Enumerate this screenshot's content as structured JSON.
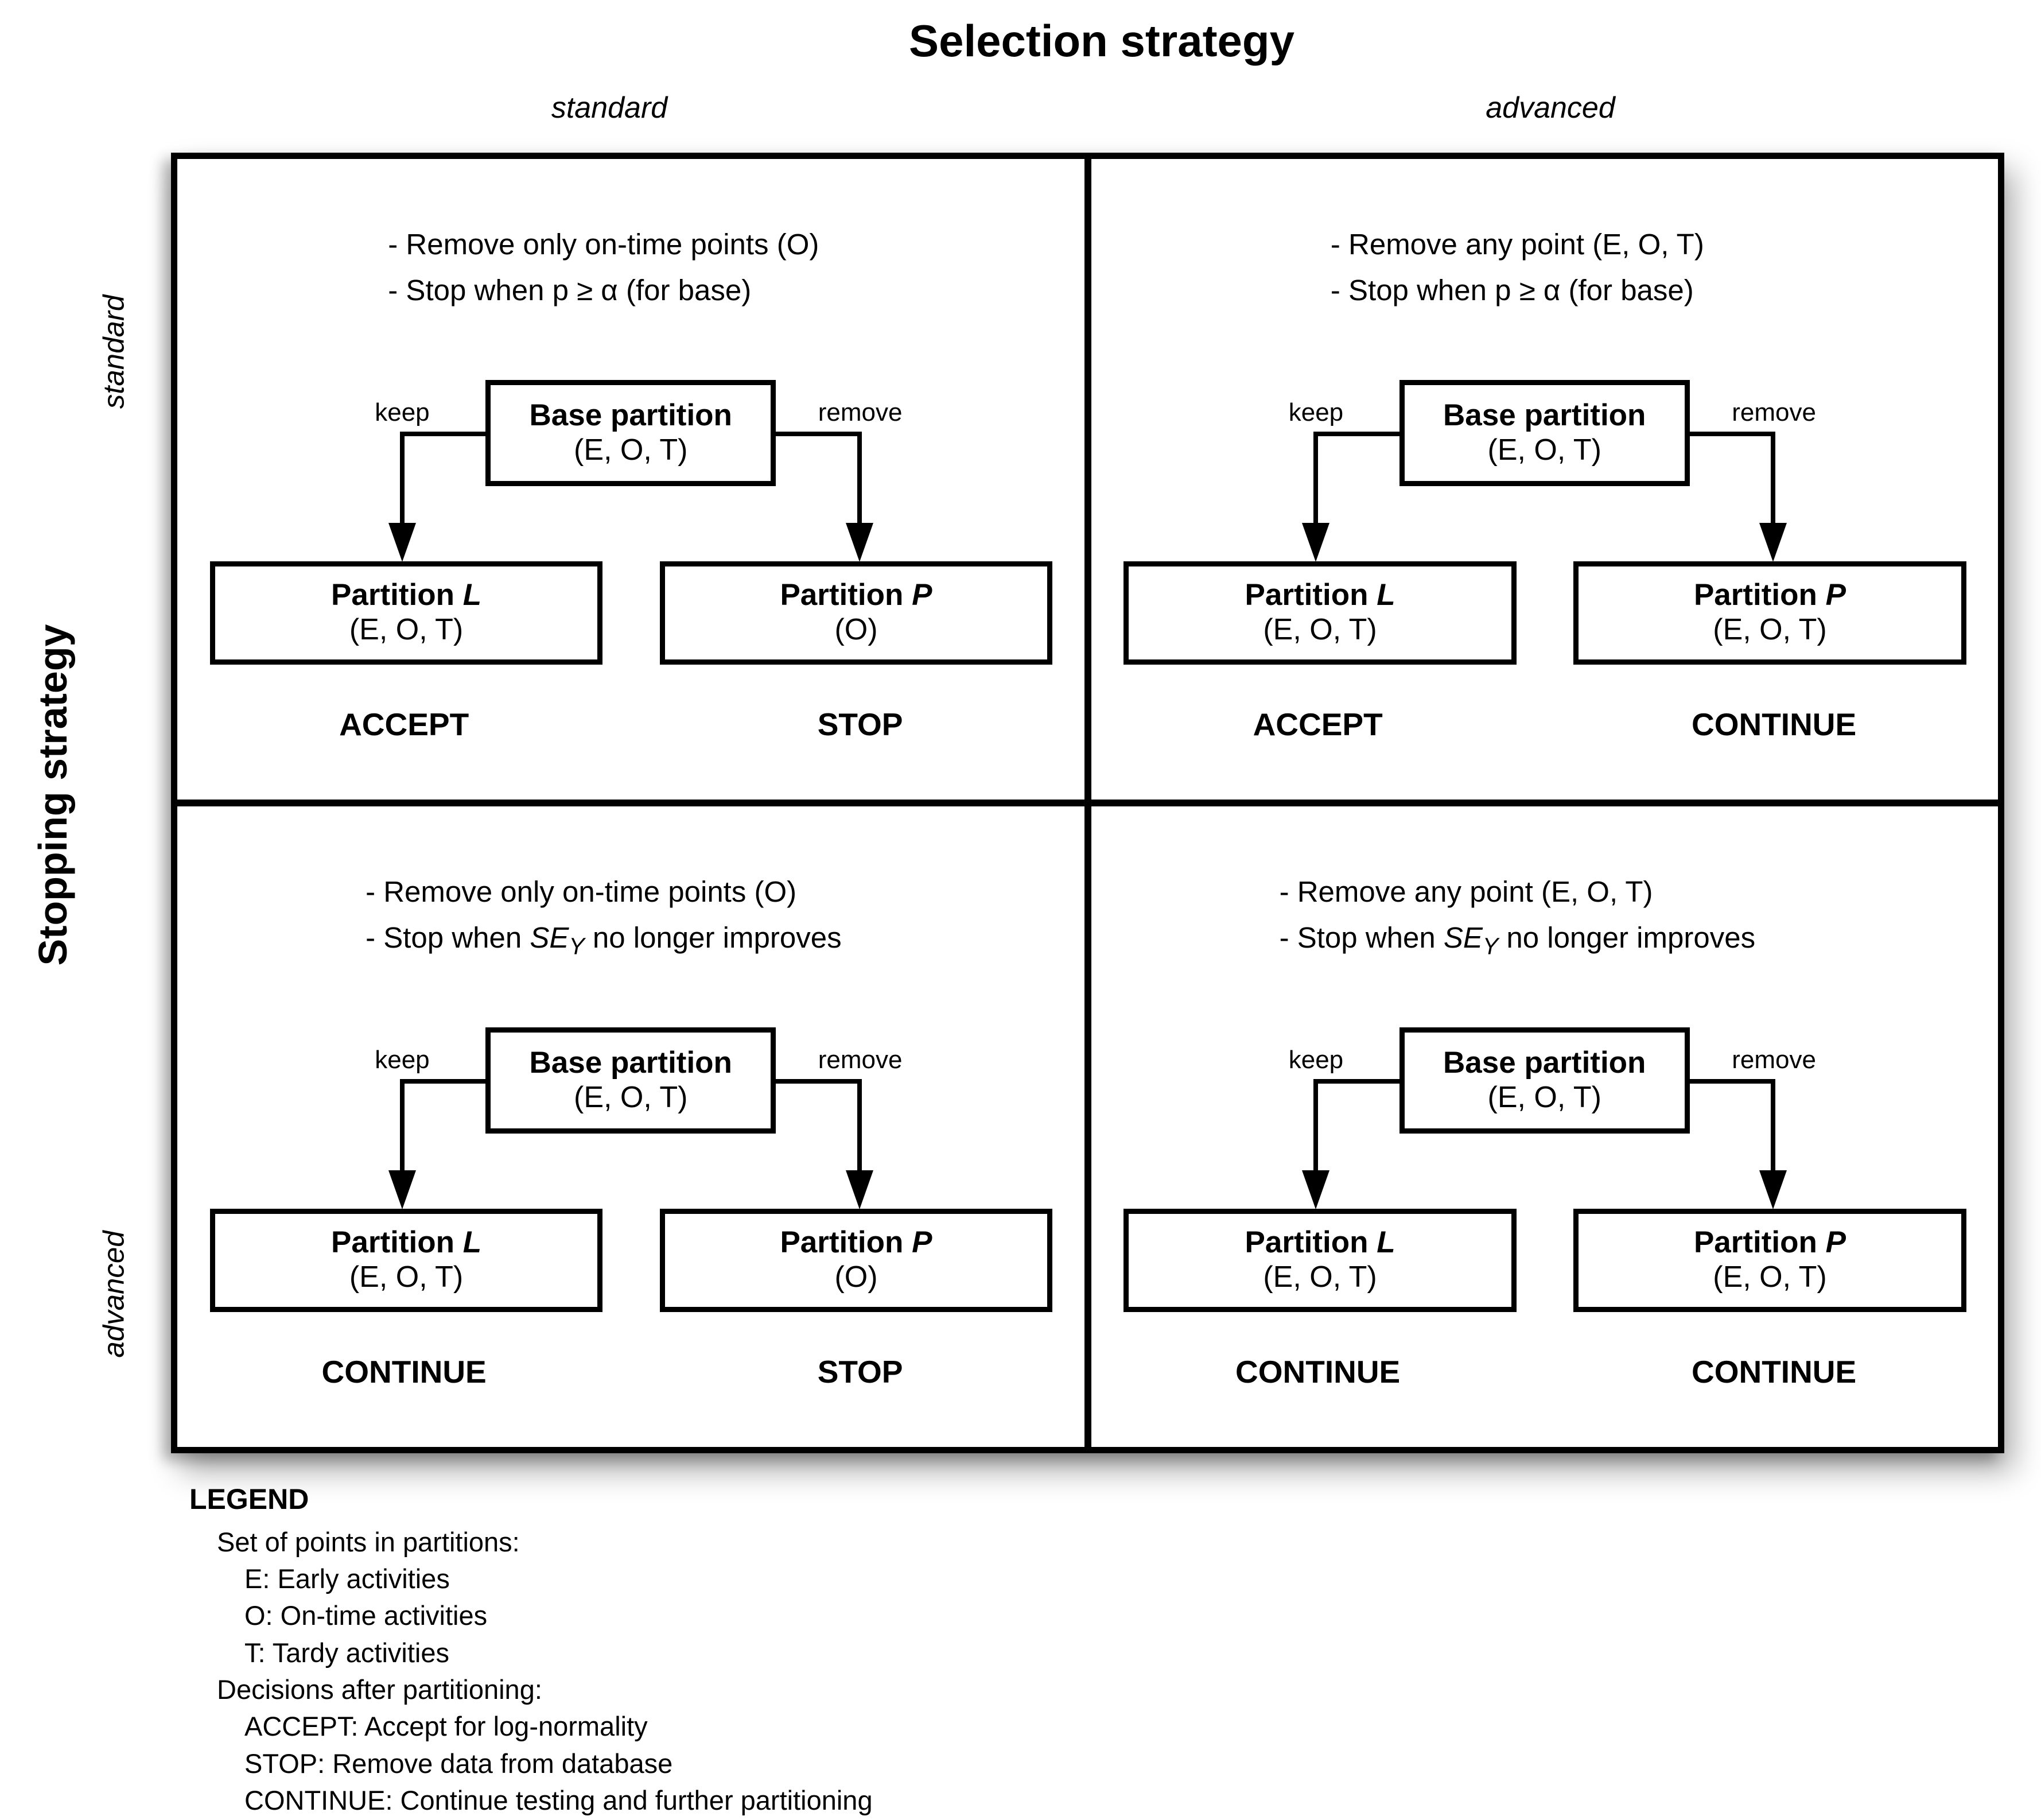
{
  "header": {
    "title": "Selection strategy",
    "columns": [
      "standard",
      "advanced"
    ]
  },
  "left_axis": {
    "title": "Stopping strategy",
    "rows": [
      "standard",
      "advanced"
    ]
  },
  "colors": {
    "ink": "#000000",
    "background": "#ffffff"
  },
  "quadrants": [
    {
      "selection": "standard",
      "stopping": "standard",
      "bullet1": "- Remove only on-time points (O)",
      "bullet2_pre": "- Stop when p ≥ α (for base)",
      "bullet2_it": "",
      "bullet2_sub": "",
      "bullet2_post": "",
      "keep_label": "keep",
      "remove_label": "remove",
      "base_title": "Base partition",
      "base_set": "(E, O, T)",
      "left_title_pre": "Partition ",
      "left_title_var": "L",
      "left_set": "(E, O, T)",
      "left_decision": "ACCEPT",
      "right_title_pre": "Partition ",
      "right_title_var": "P",
      "right_set": "(O)",
      "right_decision": "STOP"
    },
    {
      "selection": "advanced",
      "stopping": "standard",
      "bullet1": "- Remove any point (E, O, T)",
      "bullet2_pre": "- Stop when p ≥ α (for base)",
      "bullet2_it": "",
      "bullet2_sub": "",
      "bullet2_post": "",
      "keep_label": "keep",
      "remove_label": "remove",
      "base_title": "Base partition",
      "base_set": "(E, O, T)",
      "left_title_pre": "Partition ",
      "left_title_var": "L",
      "left_set": "(E, O, T)",
      "left_decision": "ACCEPT",
      "right_title_pre": "Partition ",
      "right_title_var": "P",
      "right_set": "(E, O, T)",
      "right_decision": "CONTINUE"
    },
    {
      "selection": "standard",
      "stopping": "advanced",
      "bullet1": "- Remove only on-time points (O)",
      "bullet2_pre": "- Stop when ",
      "bullet2_it": "SE",
      "bullet2_sub": "Y",
      "bullet2_post": " no longer improves",
      "keep_label": "keep",
      "remove_label": "remove",
      "base_title": "Base partition",
      "base_set": "(E, O, T)",
      "left_title_pre": "Partition ",
      "left_title_var": "L",
      "left_set": "(E, O, T)",
      "left_decision": "CONTINUE",
      "right_title_pre": "Partition ",
      "right_title_var": "P",
      "right_set": "(O)",
      "right_decision": "STOP"
    },
    {
      "selection": "advanced",
      "stopping": "advanced",
      "bullet1": "- Remove any point (E, O, T)",
      "bullet2_pre": "- Stop when ",
      "bullet2_it": "SE",
      "bullet2_sub": "Y",
      "bullet2_post": " no longer improves",
      "keep_label": "keep",
      "remove_label": "remove",
      "base_title": "Base partition",
      "base_set": "(E, O, T)",
      "left_title_pre": "Partition ",
      "left_title_var": "L",
      "left_set": "(E, O, T)",
      "left_decision": "CONTINUE",
      "right_title_pre": "Partition ",
      "right_title_var": "P",
      "right_set": "(E, O, T)",
      "right_decision": "CONTINUE"
    }
  ],
  "legend": {
    "title": "LEGEND",
    "lines": [
      "Set of points in partitions:",
      "E: Early activities",
      "O: On-time activities",
      "T: Tardy activities",
      "Decisions after partitioning:",
      "ACCEPT: Accept for log-normality",
      "STOP: Remove data from database",
      "CONTINUE: Continue testing and further partitioning"
    ]
  }
}
